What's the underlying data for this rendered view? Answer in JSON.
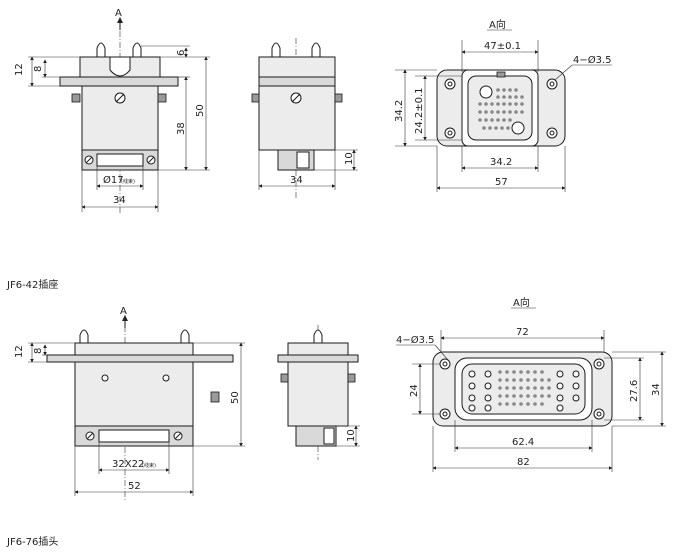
{
  "captions": {
    "top": "JF6-42插座",
    "bottom": "JF6-76插头"
  },
  "view_labels": {
    "arrow_a_top": "A",
    "arrow_a_bottom": "A",
    "view_a_top": "A向",
    "view_a_bottom": "A向"
  },
  "top_dims": {
    "d12": "12",
    "d8": "8",
    "d6": "6",
    "d50": "50",
    "d38": "38",
    "d10": "10",
    "d17": "Ø17",
    "d17_note": "(线束)",
    "d34_front": "34",
    "d34_side": "34",
    "d47": "47±0.1",
    "d4hole": "4−Ø3.5",
    "d342_left": "34.2",
    "d242": "24.2±0.1",
    "d342_bottom": "34.2",
    "d57": "57"
  },
  "bottom_dims": {
    "d12": "12",
    "d8": "8",
    "d50": "50",
    "d10": "10",
    "d3222": "32X22",
    "d3222_note": "(线束)",
    "d52": "52",
    "d72": "72",
    "d4hole": "4−Ø3.5",
    "d24": "24",
    "d276": "27.6",
    "d34": "34",
    "d624": "62.4",
    "d82": "82"
  }
}
